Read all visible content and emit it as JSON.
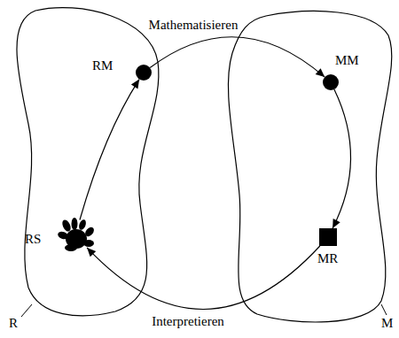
{
  "diagram": {
    "nodes": [
      {
        "text": [
          "R"
        ]
      },
      {
        "text": [
          "M"
        ]
      },
      {
        "text": [
          "RM"
        ],
        "in": 0
      },
      {
        "text": [
          "MM"
        ],
        "in": 1
      },
      {
        "text": [
          "RS"
        ],
        "in": 0
      },
      {
        "text": [
          "MR"
        ],
        "in": 1
      }
    ],
    "edges": [
      {
        "from": 2,
        "to": 3,
        "arrow": "to",
        "label": "Mathematisieren"
      },
      {
        "from": 3,
        "to": 5,
        "arrow": "to"
      },
      {
        "from": 5,
        "to": 4,
        "arrow": "to",
        "label": "Interpretieren"
      },
      {
        "from": 4,
        "to": 2,
        "arrow": "to"
      }
    ]
  }
}
